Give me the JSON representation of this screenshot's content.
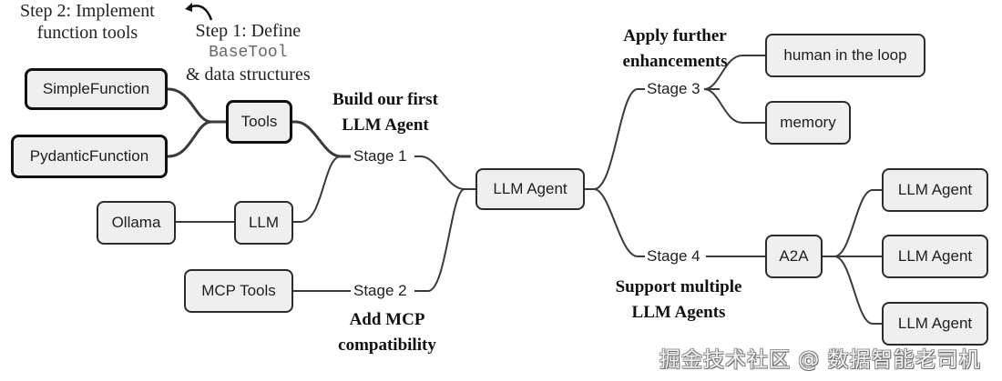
{
  "root": {
    "label": "LLM Agent"
  },
  "stages": [
    {
      "label": "Stage 1",
      "note": [
        "Build our first",
        "LLM Agent"
      ]
    },
    {
      "label": "Stage 2",
      "note": [
        "Add MCP",
        "compatibility"
      ]
    },
    {
      "label": "Stage 3",
      "note": [
        "Apply further",
        "enhancements"
      ]
    },
    {
      "label": "Stage 4",
      "note": [
        "Support multiple",
        "LLM Agents"
      ]
    }
  ],
  "nodes": {
    "tools": "Tools",
    "simple_function": "SimpleFunction",
    "pydantic_function": "PydanticFunction",
    "llm": "LLM",
    "ollama": "Ollama",
    "mcp_tools": "MCP Tools",
    "human_in_the_loop": "human in the loop",
    "memory": "memory",
    "a2a": "A2A",
    "agents": [
      "LLM Agent",
      "LLM Agent",
      "LLM Agent"
    ]
  },
  "steps": {
    "step1": {
      "line1": "Step 1: Define",
      "code": "BaseTool",
      "line3": "& data structures"
    },
    "step2": {
      "line1": "Step 2: Implement",
      "line2": "function tools"
    }
  },
  "watermark": "掘金技术社区 @ 数据智能老司机",
  "colors": {
    "node_fill": "#efefef",
    "node_border": "#2b2b2b",
    "line": "#3a3a3a"
  }
}
